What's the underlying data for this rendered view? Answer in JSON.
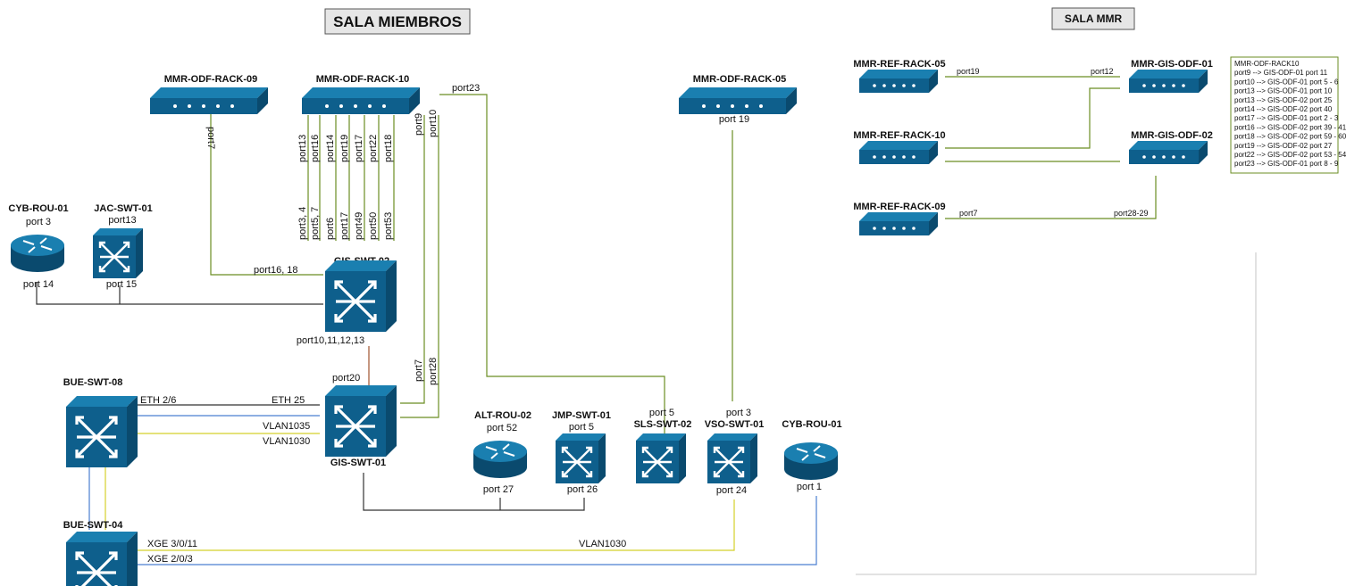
{
  "rooms": {
    "members": "SALA MIEMBROS",
    "mmr": "SALA MMR"
  },
  "devices": {
    "odf09": "MMR-ODF-RACK-09",
    "odf10": "MMR-ODF-RACK-10",
    "odf05": "MMR-ODF-RACK-05",
    "cyb_rou_top": "CYB-ROU-01",
    "jac_swt": "JAC-SWT-01",
    "gis_swt02": "GIS-SWT-02",
    "gis_swt01": "GIS-SWT-01",
    "bue_swt08": "BUE-SWT-08",
    "bue_swt04": "BUE-SWT-04",
    "alt_rou": "ALT-ROU-02",
    "jmp_swt": "JMP-SWT-01",
    "sls_swt": "SLS-SWT-02",
    "vso_swt": "VSO-SWT-01",
    "cyb_rou_bottom": "CYB-ROU-01",
    "ref05": "MMR-REF-RACK-05",
    "ref10": "MMR-REF-RACK-10",
    "ref09": "MMR-REF-RACK-09",
    "gis_odf01": "MMR-GIS-ODF-01",
    "gis_odf02": "MMR-GIS-ODF-02"
  },
  "ports": {
    "odf09_port7": "port7",
    "odf10_top": [
      "port13",
      "port16",
      "port14",
      "port19",
      "port17",
      "port22",
      "port18"
    ],
    "odf10_bottom": [
      "port3, 4",
      "port5, 7",
      "port6",
      "port17",
      "port49",
      "port50",
      "port53"
    ],
    "odf10_port9": "port9",
    "odf10_port10": "port10",
    "odf10_port23": "port23",
    "odf05_port19": "port 19",
    "cyb_top_port3": "port 3",
    "cyb_top_port14": "port 14",
    "jac_port13": "port13",
    "jac_port15": "port 15",
    "gis02_port16_18": "port16, 18",
    "gis02_bottom": "port10,11,12,13",
    "gis01_port20": "port20",
    "gis01_port7": "port7",
    "gis01_port28": "port28",
    "eth26": "ETH 2/6",
    "eth25": "ETH 25",
    "vlan1035": "VLAN1035",
    "vlan1030_top": "VLAN1030",
    "xge3011": "XGE 3/0/11",
    "xge203": "XGE 2/0/3",
    "vlan1030_bottom": "VLAN1030",
    "alt_port52": "port 52",
    "alt_port27": "port 27",
    "jmp_port5": "port 5",
    "jmp_port26": "port 26",
    "sls_port5": "port 5",
    "vso_port3": "port 3",
    "vso_port24": "port 24",
    "cyb_bottom_port1": "port 1",
    "mmr_port19": "port19",
    "mmr_port12": "port12",
    "mmr_port7": "port7",
    "mmr_port28_29": "port28-29"
  },
  "legend": {
    "lines": [
      "MMR-ODF-RACK10",
      "port9  --> GIS-ODF-01 port 11",
      "port10 --> GIS-ODF-01 port 5 - 6",
      "port13 --> GIS-ODF-01 port 10",
      "port13 --> GIS-ODF-02 port 25",
      "port14 --> GIS-ODF-02 port 40",
      "port17 --> GIS-ODF-01 port 2 - 3",
      "port16 --> GIS-ODF-02 port 39 - 41",
      "port18 --> GIS-ODF-02 port 59 - 60",
      "port19 --> GIS-ODF-02 port 27",
      "port22 --> GIS-ODF-02 port 53 - 54",
      "port23 --> GIS-ODF-01 port 8 - 9"
    ]
  },
  "colors": {
    "device_face": "#0e5f8c",
    "device_top": "#1a7fb0",
    "device_side": "#0a4a6e",
    "link_black": "#333333",
    "link_green": "#6b8e23",
    "link_red": "#a0522d",
    "link_yellow": "#d4d02a",
    "link_blue": "#4a7fd0"
  },
  "icons": [
    "odf-rack-icon",
    "switch-icon",
    "router-icon"
  ]
}
